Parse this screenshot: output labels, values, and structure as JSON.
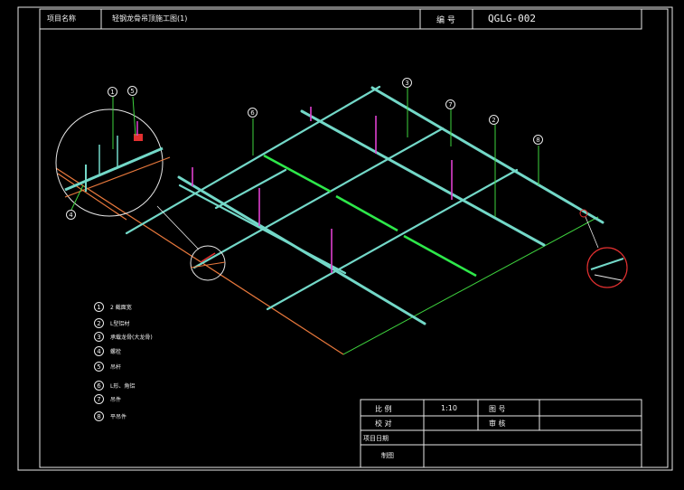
{
  "header": {
    "project_name_label": "项目名称",
    "project_name_value": "轻钢龙骨吊顶施工图(1)",
    "number_label": "编 号",
    "number_value": "QGLG-002"
  },
  "callouts": [
    "1",
    "2",
    "3",
    "4",
    "5",
    "6",
    "7",
    "8"
  ],
  "legend": [
    {
      "num": "1",
      "text": "2  截面宽"
    },
    {
      "num": "2",
      "text": "L型铝材"
    },
    {
      "num": "3",
      "text": "承载龙骨(大龙骨)"
    },
    {
      "num": "4",
      "text": "螺栓"
    },
    {
      "num": "5",
      "text": "吊杆"
    },
    {
      "num": "6",
      "text": "L形、角铝"
    },
    {
      "num": "7",
      "text": "吊件"
    },
    {
      "num": "8",
      "text": "平吊件"
    }
  ],
  "title_block": {
    "scale_label": "比 例",
    "scale_value": "1:10",
    "drawing_no_label": "图 号",
    "check_label": "校 对",
    "review_label": "审 核",
    "date_label": "项目日期",
    "design_label": "制图"
  },
  "colors": {
    "line": "#e8e8e8",
    "grid": "#73d8c8",
    "runner": "#2ee84a",
    "hanger": "#e040d0",
    "wall": "#e8783c",
    "leader": "#4ad94a",
    "detail": "#e23030"
  }
}
